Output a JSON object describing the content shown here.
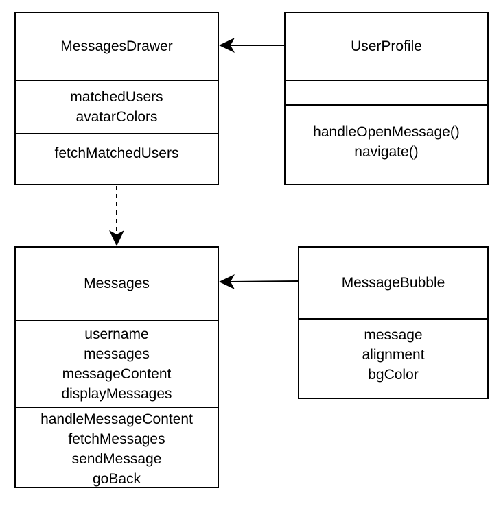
{
  "classes": {
    "messages_drawer": {
      "name": "MessagesDrawer",
      "attributes": [
        "matchedUsers",
        "avatarColors"
      ],
      "methods": [
        "fetchMatchedUsers"
      ]
    },
    "user_profile": {
      "name": "UserProfile",
      "attributes": [],
      "methods": [
        "handleOpenMessage()",
        "navigate()"
      ]
    },
    "messages": {
      "name": "Messages",
      "attributes": [
        "username",
        "messages",
        "messageContent",
        "displayMessages"
      ],
      "methods": [
        "handleMessageContent",
        "fetchMessages",
        "sendMessage",
        "goBack"
      ]
    },
    "message_bubble": {
      "name": "MessageBubble",
      "attributes": [
        "message",
        "alignment",
        "bgColor"
      ]
    }
  },
  "relations": [
    {
      "from": "UserProfile",
      "to": "MessagesDrawer",
      "style": "solid"
    },
    {
      "from": "MessagesDrawer",
      "to": "Messages",
      "style": "dashed"
    },
    {
      "from": "MessageBubble",
      "to": "Messages",
      "style": "solid"
    }
  ]
}
